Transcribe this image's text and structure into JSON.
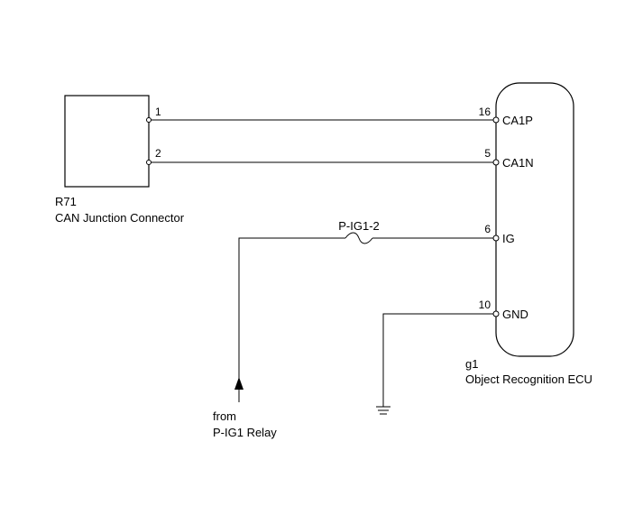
{
  "r71": {
    "code": "R71",
    "name": "CAN Junction Connector",
    "pins": [
      "1",
      "2"
    ]
  },
  "ecu": {
    "code": "g1",
    "name": "Object Recognition ECU",
    "pins": [
      {
        "num": "16",
        "signal": "CA1P"
      },
      {
        "num": "5",
        "signal": "CA1N"
      },
      {
        "num": "6",
        "signal": "IG"
      },
      {
        "num": "10",
        "signal": "GND"
      }
    ]
  },
  "fuse": {
    "label": "P-IG1-2"
  },
  "source": {
    "line1": "from",
    "line2": "P-IG1 Relay"
  },
  "icons": [
    "fuse-icon",
    "ground-icon",
    "arrow-up-icon"
  ]
}
